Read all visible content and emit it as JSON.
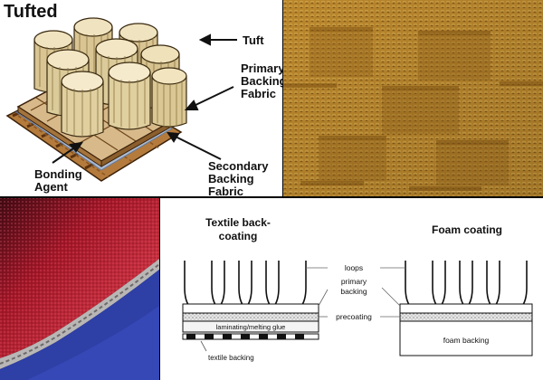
{
  "tufted": {
    "title": "Tufted",
    "labels": {
      "tuft": "Tuft",
      "primary_backing": [
        "Primary",
        "Backing",
        "Fabric"
      ],
      "secondary_backing": [
        "Secondary",
        "Backing",
        "Fabric"
      ],
      "bonding_agent": [
        "Bonding",
        "Agent"
      ]
    }
  },
  "coating_diagram": {
    "textile_title": [
      "Textile back-",
      "coating"
    ],
    "foam_title": "Foam coating",
    "labels": {
      "loops": "loops",
      "primary_backing": [
        "primary",
        "backing"
      ],
      "laminating_glue": "laminating/melting glue",
      "precoating": "precoating",
      "textile_backing": "textile backing",
      "foam_backing": "foam backing"
    }
  },
  "colors": {
    "carpet_gold": "#c08a2c",
    "carpet_red": "#b01c2e",
    "edge_blue": "#2e3fa6",
    "tuft_beige": "#e6d6ad",
    "backing_brown": "#7a4a1c"
  }
}
